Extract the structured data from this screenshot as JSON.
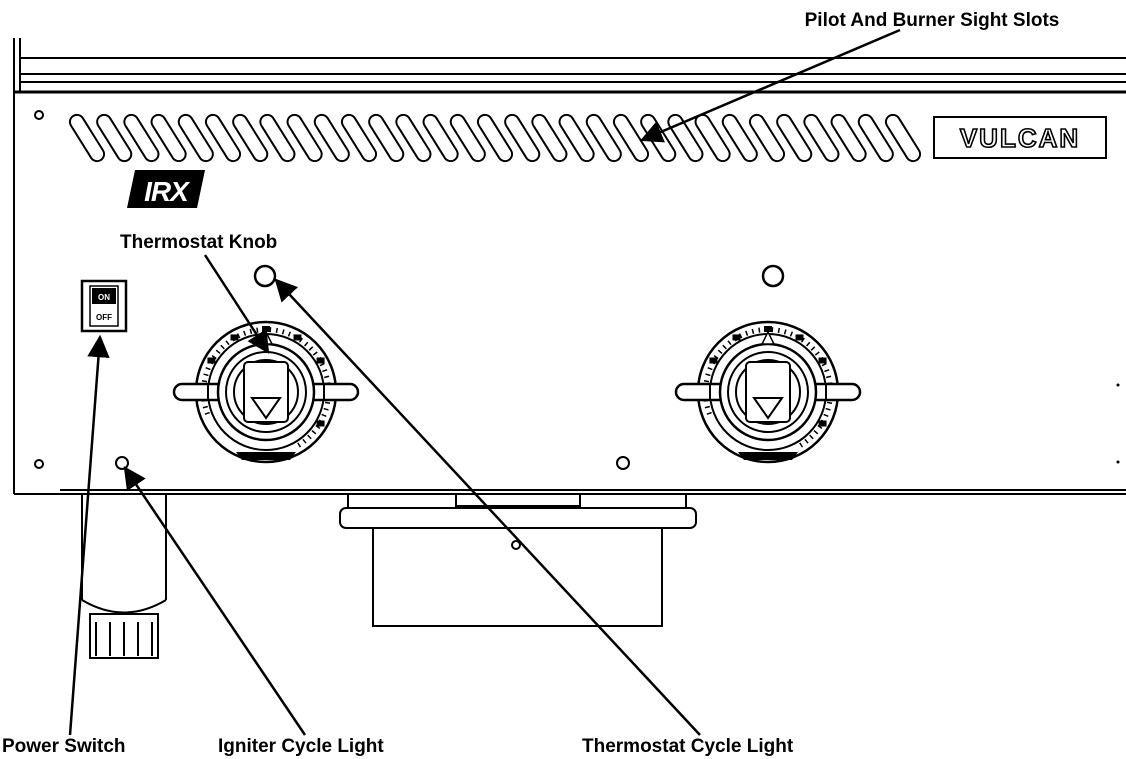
{
  "callouts": {
    "pilot_slots": "Pilot And Burner Sight Slots",
    "thermostat_knob": "Thermostat Knob",
    "power_switch": "Power Switch",
    "igniter_light": "Igniter Cycle Light",
    "thermostat_light": "Thermostat Cycle Light"
  },
  "brand": {
    "vulcan": "VULCAN",
    "irx": "IRX"
  },
  "switch": {
    "on": "ON",
    "off": "OFF"
  },
  "colors": {
    "line": "#000000",
    "panel": "#ffffff"
  }
}
